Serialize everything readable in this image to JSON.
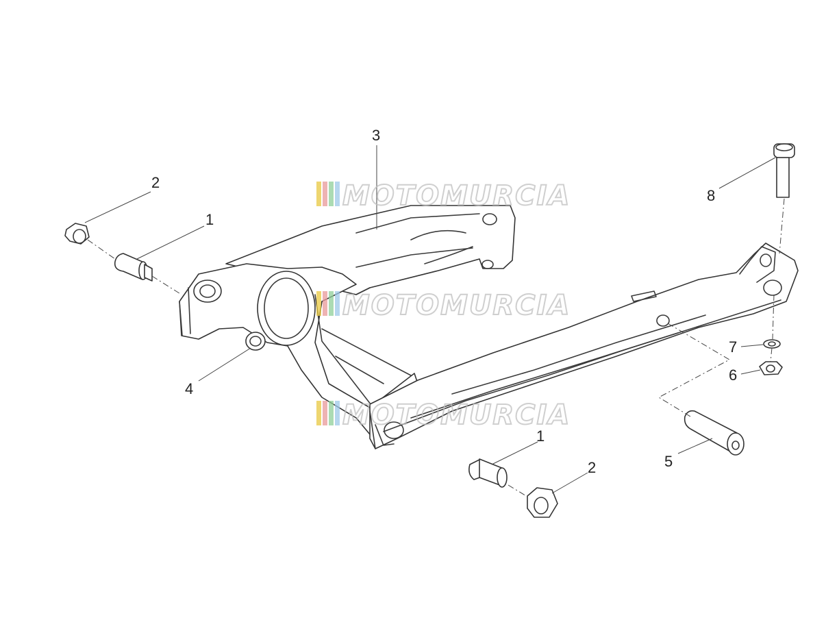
{
  "diagram": {
    "callouts": [
      {
        "id": "c2a",
        "label": "2"
      },
      {
        "id": "c1a",
        "label": "1"
      },
      {
        "id": "c3",
        "label": "3"
      },
      {
        "id": "c4",
        "label": "4"
      },
      {
        "id": "c8",
        "label": "8"
      },
      {
        "id": "c7",
        "label": "7"
      },
      {
        "id": "c6",
        "label": "6"
      },
      {
        "id": "c5",
        "label": "5"
      },
      {
        "id": "c1b",
        "label": "1"
      },
      {
        "id": "c2b",
        "label": "2"
      }
    ],
    "watermark": {
      "text": "MOTOMURCIA",
      "colors": [
        "#e8c840",
        "#e89a9a",
        "#8fcf9a",
        "#9ec8e8"
      ]
    }
  }
}
